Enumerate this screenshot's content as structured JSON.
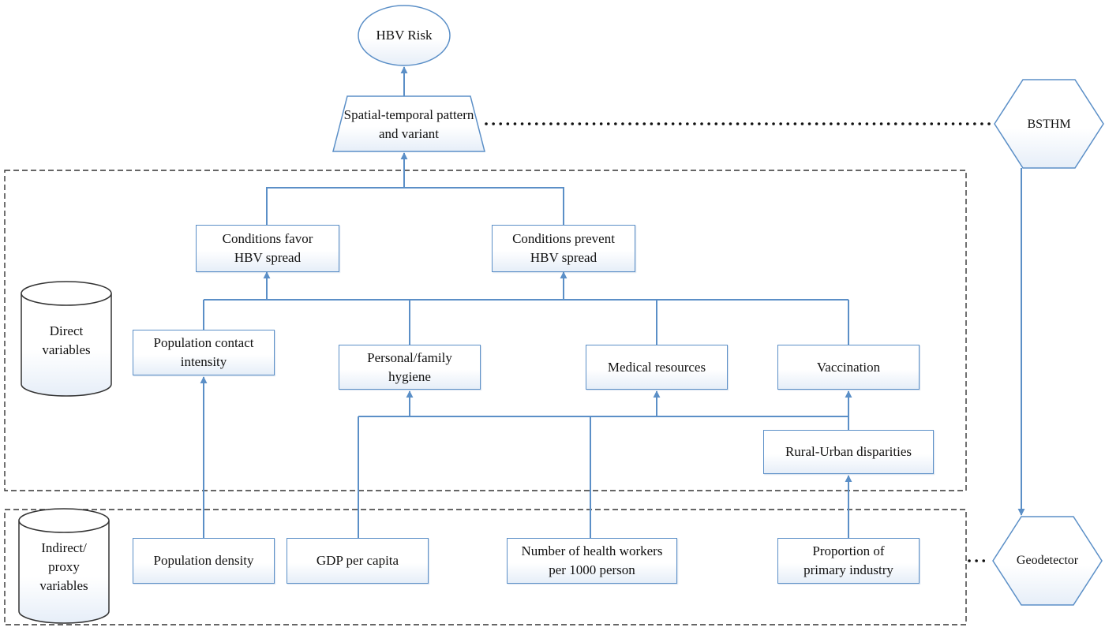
{
  "nodes": {
    "hbv_risk": "HBV Risk",
    "spatial_pattern": "Spatial-temporal pattern and variant",
    "bsthm": "BSTHM",
    "conditions_favor": "Conditions favor HBV spread",
    "conditions_prevent": "Conditions prevent HBV spread",
    "direct_variables": "Direct variables",
    "population_contact": "Population contact intensity",
    "personal_hygiene": "Personal/family hygiene",
    "medical_resources": "Medical resources",
    "vaccination": "Vaccination",
    "rural_urban": "Rural-Urban disparities",
    "indirect_variables": "Indirect/ proxy variables",
    "population_density": "Population density",
    "gdp_per_capita": "GDP per capita",
    "health_workers": "Number of health workers per 1000 person",
    "primary_industry": "Proportion of primary industry",
    "geodetector": "Geodetector"
  },
  "colors": {
    "line": "#5b8fc7",
    "box_border": "#5b8fc7",
    "box_fill_bottom": "#e6eef8",
    "dashed_border": "#333333"
  },
  "icons": [
    "ellipse-shape",
    "trapezoid-shape",
    "hexagon-shape",
    "cylinder-shape",
    "arrow-head"
  ]
}
